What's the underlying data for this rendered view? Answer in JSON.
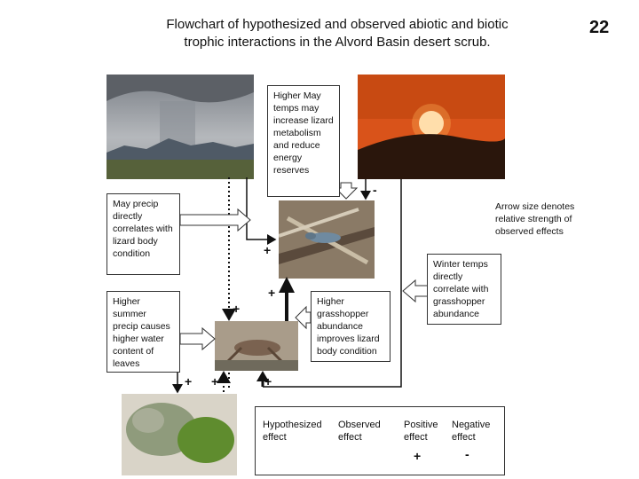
{
  "title_line1": "Flowchart of hypothesized and observed abiotic and biotic",
  "title_line2": "trophic interactions in the Alvord Basin desert scrub.",
  "page_number": "22",
  "boxes": {
    "may_temps": "Higher May temps may increase lizard metabolism and reduce energy reserves",
    "may_precip": "May precip directly correlates with lizard body condition",
    "summer_precip": "Higher summer precip causes higher water content of leaves",
    "grasshopper": "Higher grasshopper abundance improves lizard body condition",
    "winter_temps": "Winter temps directly correlate with grasshopper abundance"
  },
  "note": "Arrow size denotes relative strength of observed effects",
  "signs": {
    "minus_sun": "-",
    "plus_lizard": "+",
    "plus_grasshopper_to_lizard": "+",
    "plus_to_grasshopper": "+",
    "plus_leaves_1": "+",
    "plus_leaves_2": "+",
    "plus_bottom": "+"
  },
  "legend": {
    "hypothesized_label": "Hypothesized effect",
    "observed_label": "Observed effect",
    "positive_label": "Positive effect",
    "negative_label": "Negative effect",
    "positive_symbol": "+",
    "negative_symbol": "-"
  },
  "photos": {
    "storm": "storm-over-mountains-photo",
    "sunset": "sunset-photo",
    "lizard": "lizard-photo",
    "grasshopper": "grasshopper-photo",
    "shrub": "desert-shrub-photo"
  }
}
